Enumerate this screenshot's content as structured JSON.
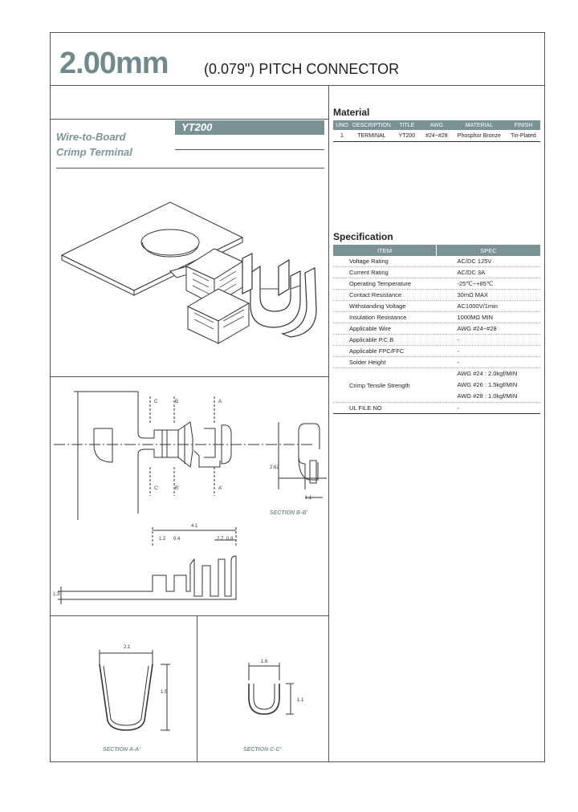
{
  "title": {
    "size": "2.00mm",
    "rest": "(0.079\") PITCH CONNECTOR"
  },
  "product": {
    "line1": "Wire-to-Board",
    "line2": "Crimp Terminal",
    "model": "YT200"
  },
  "material": {
    "heading": "Material",
    "columns": [
      "UNO",
      "DESCRIPTION",
      "TITLE",
      "AWG",
      "MATERIAL",
      "FINISH"
    ],
    "rows": [
      [
        "1",
        "TERMINAL",
        "YT200",
        "#24~#28",
        "Phosphor Bronze",
        "Tin-Plated"
      ]
    ]
  },
  "specification": {
    "heading": "Specification",
    "columns": [
      "ITEM",
      "SPEC"
    ],
    "rows": [
      {
        "item": "Voltage Rating",
        "spec": [
          "AC/DC 125V"
        ]
      },
      {
        "item": "Current Rating",
        "spec": [
          "AC/DC 3A"
        ]
      },
      {
        "item": "Operating Temperature",
        "spec": [
          "-25℃~+85℃"
        ]
      },
      {
        "item": "Contact Resistance",
        "spec": [
          "30mΩ MAX"
        ]
      },
      {
        "item": "Withstanding Voltage",
        "spec": [
          "AC1000V/1min"
        ]
      },
      {
        "item": "Insulation Resistance",
        "spec": [
          "1000MΩ MIN"
        ]
      },
      {
        "item": "Applicable Wire",
        "spec": [
          "AWG #24~#28"
        ]
      },
      {
        "item": "Applicable P.C.B",
        "spec": [
          "-"
        ]
      },
      {
        "item": "Applicable FPC/FFC",
        "spec": [
          "-"
        ]
      },
      {
        "item": "Solder Height",
        "spec": [
          "-"
        ]
      },
      {
        "item": "Crimp Tensile Strength",
        "spec": [
          "AWG #24 : 2.0kgf/MIN",
          "AWG #26 : 1.5kgf/MIN",
          "AWG #28 : 1.0kgf/MIN"
        ]
      },
      {
        "item": "UL FILE NO",
        "spec": [
          "-"
        ]
      }
    ]
  },
  "drawing": {
    "captions": {
      "b": "SECTION B-B'",
      "a": "SECTION A-A'",
      "c": "SECTION C-C'"
    },
    "dims": {
      "d262": "2.62",
      "d11": "1.1",
      "d41": "4.1",
      "d12": "1.2",
      "d04": "0.4",
      "d27": "2.7",
      "d08": "0.8",
      "d13": "1.3",
      "d21": "2.1",
      "d16": "1.6",
      "d15": "1.5",
      "d11b": "1.1"
    },
    "markers": {
      "b": "B",
      "bp": "B'",
      "c": "C",
      "cp": "C'",
      "a": "A",
      "ap": "A'"
    }
  },
  "colors": {
    "accent": "#7b9294",
    "title": "#708a8c"
  }
}
